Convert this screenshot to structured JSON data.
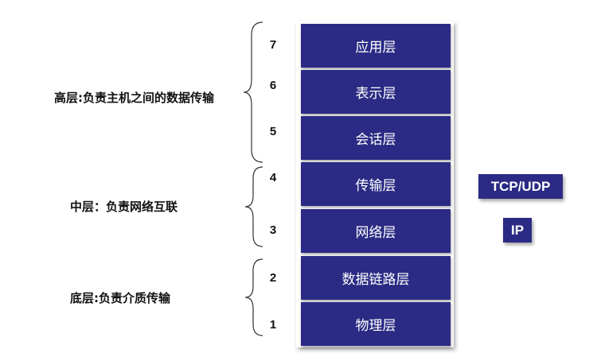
{
  "layers": [
    {
      "number": "7",
      "name": "应用层"
    },
    {
      "number": "6",
      "name": "表示层"
    },
    {
      "number": "5",
      "name": "会话层"
    },
    {
      "number": "4",
      "name": "传输层"
    },
    {
      "number": "3",
      "name": "网络层"
    },
    {
      "number": "2",
      "name": "数据链路层"
    },
    {
      "number": "1",
      "name": "物理层"
    }
  ],
  "groups": {
    "high": "高层:负责主机之间的数据传输",
    "middle": "中层：负责网络互联",
    "low": "底层:负责介质传输"
  },
  "protocols": {
    "transport": "TCP/UDP",
    "network": "IP"
  },
  "colors": {
    "layer_fill": "#2b2b85",
    "badge_fill": "#2b2b85",
    "text": "#111111"
  }
}
